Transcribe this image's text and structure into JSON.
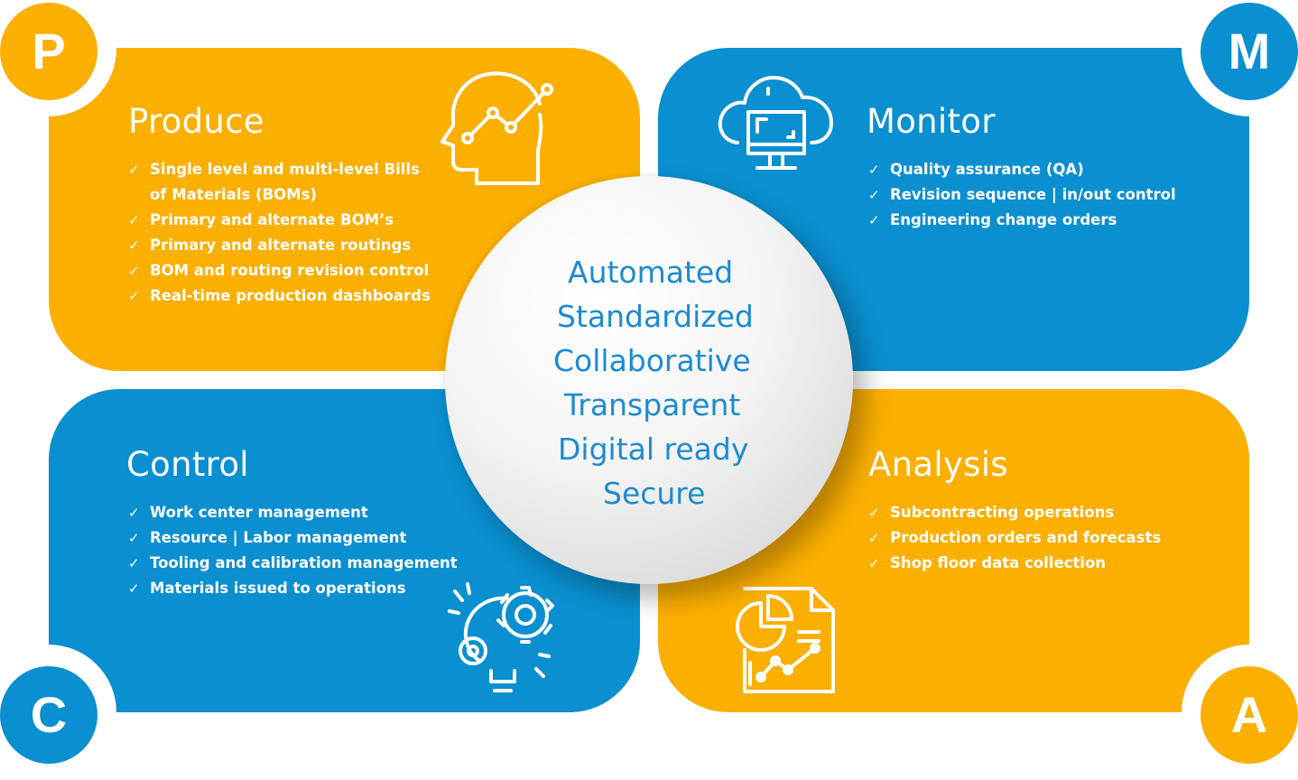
{
  "corners": {
    "p": "P",
    "m": "M",
    "c": "C",
    "a": "A"
  },
  "produce": {
    "title": "Produce",
    "items": [
      "Single level and multi-level Bills of Materials (BOMs)",
      "Primary and alternate BOM’s",
      "Primary and alternate routings",
      "BOM and routing revision control",
      "Real-time production dashboards"
    ],
    "icon": "head-growth-chart-icon"
  },
  "monitor": {
    "title": "Monitor",
    "items": [
      "Quality assurance  (QA)",
      "Revision sequence | in/out control",
      "Engineering change orders"
    ],
    "icon": "cloud-monitor-icon"
  },
  "control": {
    "title": "Control",
    "items": [
      "Work center management",
      "Resource | Labor management",
      "Tooling and calibration management",
      "Materials issued to operations"
    ],
    "icon": "gear-bulb-icon"
  },
  "analysis": {
    "title": "Analysis",
    "items": [
      "Subcontracting operations",
      "Production orders and forecasts",
      "Shop floor data collection"
    ],
    "icon": "report-document-icon"
  },
  "center": {
    "words": [
      "Automated",
      "Standardized",
      "Collaborative",
      "Transparent",
      "Digital ready",
      "Secure"
    ]
  },
  "colors": {
    "orange": "#FBAF00",
    "blue": "#0A8FD0",
    "center_text": "#1C8BD0"
  }
}
